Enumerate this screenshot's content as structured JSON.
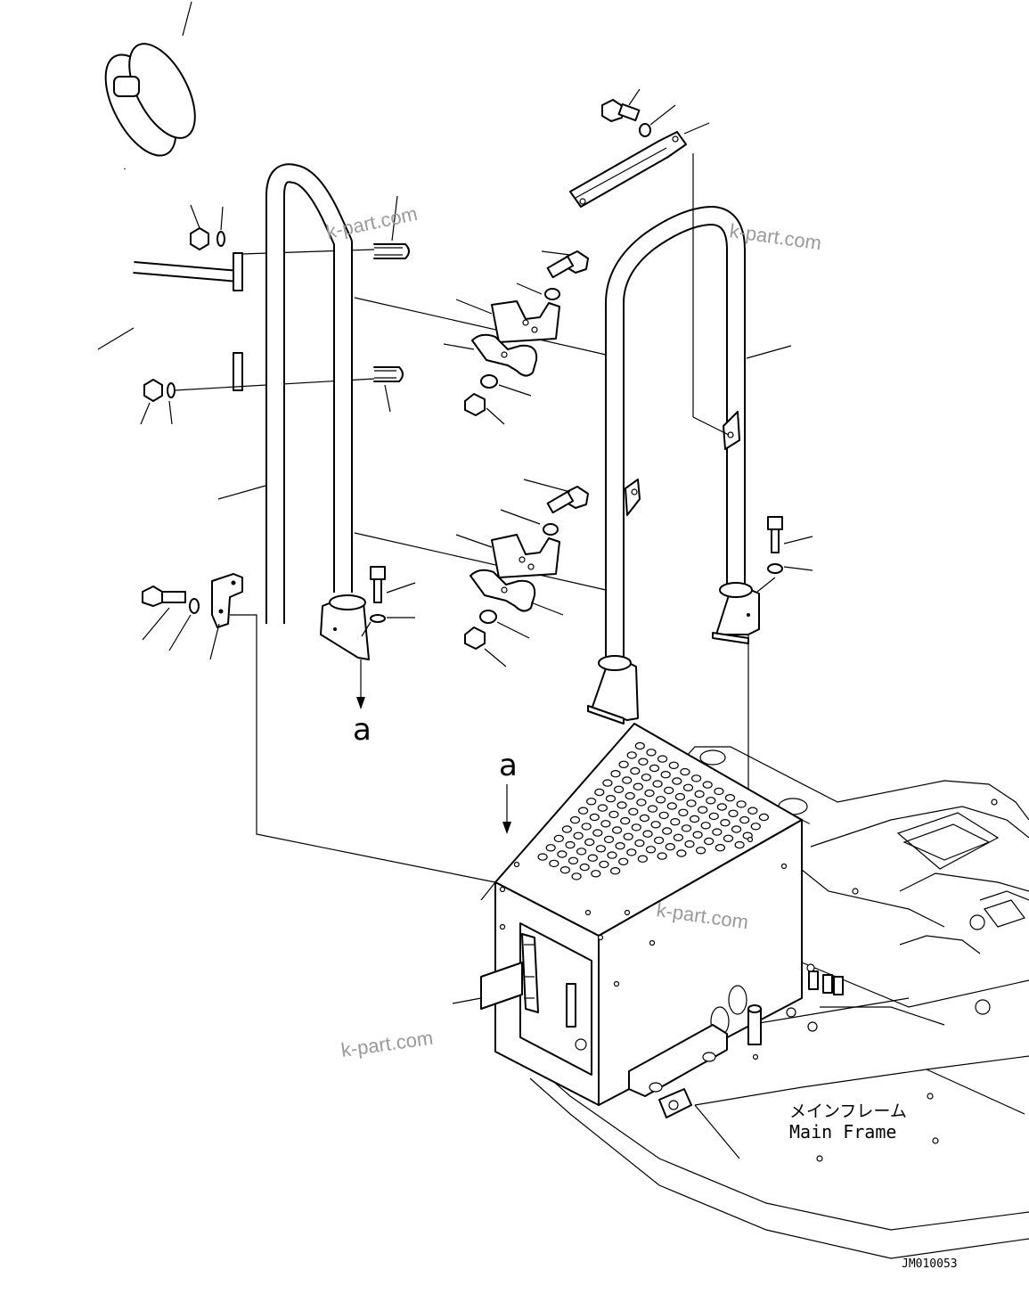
{
  "diagram": {
    "view_labels": {
      "view_a_top": "a",
      "view_a_box": "a"
    },
    "frame_label_jp": "メインフレーム",
    "frame_label_en": "Main Frame",
    "drawing_code": "JM010053",
    "watermarks": [
      "k-part.com",
      "k-part.com",
      "k-part.com",
      "k-part.com"
    ]
  }
}
